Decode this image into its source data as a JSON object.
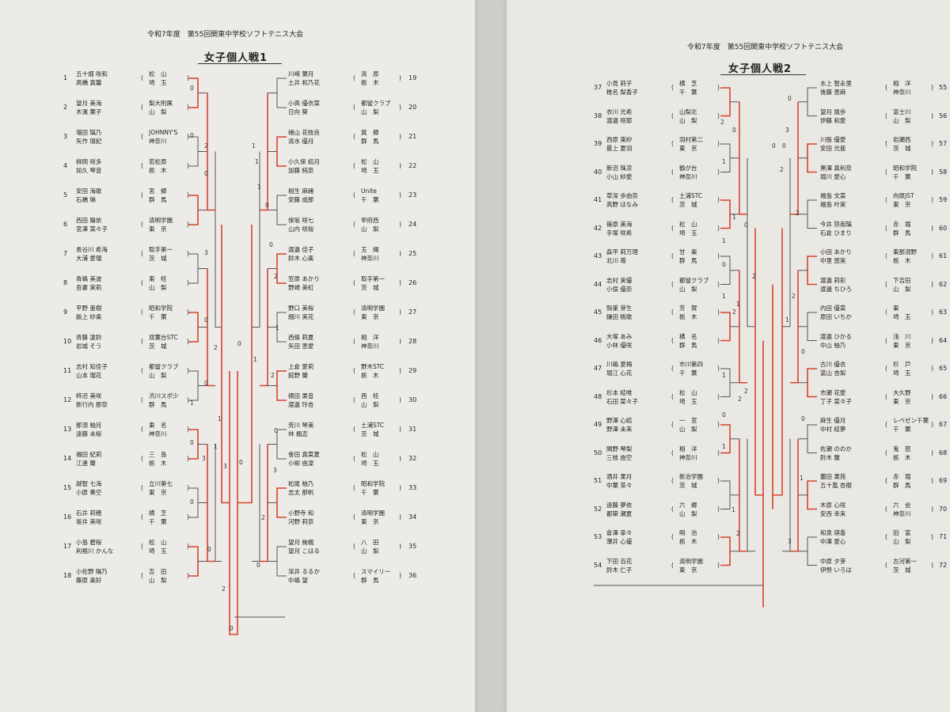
{
  "header": "令和7年度　第55回関東中学校ソフトテニス大会",
  "left": {
    "title": "女子個人戦1",
    "entries": [
      {
        "no": "1",
        "p1": "五十畑 咲和",
        "p2": "高橋 真馨",
        "a1": "松　山",
        "a2": "埼　玉"
      },
      {
        "no": "2",
        "p1": "望月 美海",
        "p2": "木濱 葉子",
        "a1": "梨大附属",
        "a2": "山　梨"
      },
      {
        "no": "3",
        "p1": "増田 璃乃",
        "p2": "矢作 環紀",
        "a1": "JOHNNY'S",
        "a2": "神奈川"
      },
      {
        "no": "4",
        "p1": "柳岡 咲多",
        "p2": "如久 琴音",
        "a1": "若松原",
        "a2": "栃　木"
      },
      {
        "no": "5",
        "p1": "安田 海歌",
        "p2": "石橋 琳",
        "a1": "宮　郷",
        "a2": "群　馬"
      },
      {
        "no": "6",
        "p1": "西田 陽依",
        "p2": "宮澤 菜々子",
        "a1": "清明学園",
        "a2": "東　京"
      },
      {
        "no": "7",
        "p1": "長谷川 希海",
        "p2": "大浦 愛瑠",
        "a1": "取手第一",
        "a2": "茨　城"
      },
      {
        "no": "8",
        "p1": "青嶋 美波",
        "p2": "吾妻 実莉",
        "a1": "東　桂",
        "a2": "山　梨"
      },
      {
        "no": "9",
        "p1": "平野 亜樹",
        "p2": "飯上 紗楽",
        "a1": "昭和学院",
        "a2": "千　葉"
      },
      {
        "no": "10",
        "p1": "斉藤 凜鈴",
        "p2": "岩城 そう",
        "a1": "双葉台STC",
        "a2": "茨　城"
      },
      {
        "no": "11",
        "p1": "志村 知佳子",
        "p2": "山本 瑠花",
        "a1": "都留クラブ",
        "a2": "山　梨"
      },
      {
        "no": "12",
        "p1": "柿沼 美咲",
        "p2": "新行内 那奈",
        "a1": "渋川スポ少",
        "a2": "群　馬"
      },
      {
        "no": "13",
        "p1": "那須 柚月",
        "p2": "遠藤 未桜",
        "a1": "東　名",
        "a2": "神奈川"
      },
      {
        "no": "14",
        "p1": "福田 紀莉",
        "p2": "江連 蘭",
        "a1": "三　島",
        "a2": "栃　木"
      },
      {
        "no": "15",
        "p1": "越智 七海",
        "p2": "小原 奏空",
        "a1": "立川第七",
        "a2": "東　京"
      },
      {
        "no": "16",
        "p1": "石井 莉穂",
        "p2": "坂井 美咲",
        "a1": "横　芝",
        "a2": "千　葉"
      },
      {
        "no": "17",
        "p1": "小島 碧桜",
        "p2": "利根川 かんな",
        "a1": "松　山",
        "a2": "埼　玉"
      },
      {
        "no": "18",
        "p1": "小佐野 陽乃",
        "p2": "藤原 楽好",
        "a1": "吉　田",
        "a2": "山　梨"
      },
      {
        "no": "19",
        "p1": "川﨑 葉月",
        "p2": "土井 和乃花",
        "a1": "清　原",
        "a2": "栃　木"
      },
      {
        "no": "20",
        "p1": "小高 優衣菜",
        "p2": "日向 葵",
        "a1": "都留クラブ",
        "a2": "山　梨"
      },
      {
        "no": "21",
        "p1": "檜山 花枝良",
        "p2": "清水 優月",
        "a1": "箕　郷",
        "a2": "群　馬"
      },
      {
        "no": "22",
        "p1": "小久保 結月",
        "p2": "加藤 純奈",
        "a1": "松　山",
        "a2": "埼　玉"
      },
      {
        "no": "23",
        "p1": "相生 麻緒",
        "p2": "安藤 成那",
        "a1": "Unite",
        "a2": "千　葉"
      },
      {
        "no": "24",
        "p1": "保坂 咲七",
        "p2": "山内 咲桜",
        "a1": "甲府西",
        "a2": "山　梨"
      },
      {
        "no": "25",
        "p1": "渡邊 佳子",
        "p2": "鈴木 心楽",
        "a1": "玉　縄",
        "a2": "神奈川"
      },
      {
        "no": "26",
        "p1": "笠原 あかり",
        "p2": "野崎 美虹",
        "a1": "取手第一",
        "a2": "茨　城"
      },
      {
        "no": "27",
        "p1": "野口 美桜",
        "p2": "細川 実花",
        "a1": "清明学園",
        "a2": "東　京"
      },
      {
        "no": "28",
        "p1": "西條 莉夏",
        "p2": "矢田 恵愛",
        "a1": "相　洋",
        "a2": "神奈川"
      },
      {
        "no": "29",
        "p1": "上倉 愛莉",
        "p2": "館野 蘭",
        "a1": "野木STC",
        "a2": "栃　木"
      },
      {
        "no": "30",
        "p1": "横田 果音",
        "p2": "渡邊 玲杏",
        "a1": "西　桂",
        "a2": "山　梨"
      },
      {
        "no": "31",
        "p1": "荒川 琴美",
        "p2": "林 楓恋",
        "a1": "土浦STC",
        "a2": "茨　城"
      },
      {
        "no": "32",
        "p1": "會田 真菜夏",
        "p2": "小柳 由凜",
        "a1": "松　山",
        "a2": "埼　玉"
      },
      {
        "no": "33",
        "p1": "松尾 柚乃",
        "p2": "志太 那帆",
        "a1": "昭和学院",
        "a2": "千　葉"
      },
      {
        "no": "34",
        "p1": "小野寺 和",
        "p2": "河野 莉奈",
        "a1": "清明学園",
        "a2": "東　京"
      },
      {
        "no": "35",
        "p1": "望月 絢楓",
        "p2": "望月 こはる",
        "a1": "八　田",
        "a2": "山　梨"
      },
      {
        "no": "36",
        "p1": "深井 るるか",
        "p2": "中嶋 望",
        "a1": "スマイリー",
        "a2": "群　馬"
      }
    ],
    "scores": [
      "0",
      "0",
      "2",
      "0",
      "3",
      "0",
      "0",
      "1",
      "0",
      "0",
      "2",
      "1",
      "3",
      "0",
      "2",
      "1",
      "3",
      "0",
      "1",
      "1",
      "1",
      "0",
      "2",
      "2",
      "0",
      "3",
      "0",
      "0",
      "2",
      "0",
      "1",
      "1",
      "0"
    ]
  },
  "right": {
    "title": "女子個人戦2",
    "entries": [
      {
        "no": "37",
        "p1": "小見 莉子",
        "p2": "椎名 梨香子",
        "a1": "横　芝",
        "a2": "千　葉"
      },
      {
        "no": "38",
        "p1": "衣川 光希",
        "p2": "渡邊 咲耶",
        "a1": "山梨北",
        "a2": "山　梨"
      },
      {
        "no": "39",
        "p1": "西原 東紗",
        "p2": "最上 夏羽",
        "a1": "羽村第二",
        "a2": "東　京"
      },
      {
        "no": "40",
        "p1": "新沼 珠凉",
        "p2": "小山 紗愛",
        "a1": "鶴が台",
        "a2": "神奈川"
      },
      {
        "no": "41",
        "p1": "草深 歩由奈",
        "p2": "高野 ほなみ",
        "a1": "土浦STC",
        "a2": "茨　城"
      },
      {
        "no": "42",
        "p1": "篠原 美海",
        "p2": "手塚 咲希",
        "a1": "松　山",
        "a2": "埼　玉"
      },
      {
        "no": "43",
        "p1": "森平 莉万理",
        "p2": "北川 苺",
        "a1": "甘　楽",
        "a2": "群　馬"
      },
      {
        "no": "44",
        "p1": "志村 実優",
        "p2": "小俣 優奈",
        "a1": "都留クラブ",
        "a2": "山　梨"
      },
      {
        "no": "45",
        "p1": "殻巣 芽生",
        "p2": "鎌田 桃歌",
        "a1": "芳　賀",
        "a2": "栃　木"
      },
      {
        "no": "46",
        "p1": "大塚 あみ",
        "p2": "小林 優咲",
        "a1": "横　名",
        "a2": "群　馬"
      },
      {
        "no": "47",
        "p1": "川嶋 愛梅",
        "p2": "堀江 心花",
        "a1": "市川第四",
        "a2": "千　葉"
      },
      {
        "no": "48",
        "p1": "杉本 結唯",
        "p2": "石田 菜々子",
        "a1": "松　山",
        "a2": "埼　玉"
      },
      {
        "no": "49",
        "p1": "野澤 心結",
        "p2": "野澤 未来",
        "a1": "一　宮",
        "a2": "山　梨"
      },
      {
        "no": "50",
        "p1": "関野 琴梨",
        "p2": "三枝 由空",
        "a1": "相　洋",
        "a2": "神奈川"
      },
      {
        "no": "51",
        "p1": "酒井 果月",
        "p2": "中葉 茶々",
        "a1": "新治学園",
        "a2": "茨　城"
      },
      {
        "no": "52",
        "p1": "遠藤 夢依",
        "p2": "都築 瀬夏",
        "a1": "六　郷",
        "a2": "山　梨"
      },
      {
        "no": "53",
        "p1": "倉澤 寧々",
        "p2": "薄井 心優",
        "a1": "明　治",
        "a2": "栃　木"
      },
      {
        "no": "54",
        "p1": "下田 百花",
        "p2": "鈴木 仁子",
        "a1": "清明学園",
        "a2": "東　京"
      },
      {
        "no": "55",
        "p1": "水上 智永里",
        "p2": "後藤 恵麻",
        "a1": "相　洋",
        "a2": "神奈川"
      },
      {
        "no": "56",
        "p1": "望月 風歩",
        "p2": "伊藤 和愛",
        "a1": "富士川",
        "a2": "山　梨"
      },
      {
        "no": "57",
        "p1": "川股 優愛",
        "p2": "安田 光亜",
        "a1": "岩瀬西",
        "a2": "茨　城"
      },
      {
        "no": "58",
        "p1": "黒澤 真利奈",
        "p2": "堀川 愛心",
        "a1": "昭和学院",
        "a2": "千　葉"
      },
      {
        "no": "59",
        "p1": "福島 文菜",
        "p2": "福島 叶実",
        "a1": "向原JST",
        "a2": "東　京"
      },
      {
        "no": "60",
        "p1": "今井 弥南璃",
        "p2": "石倉 ひまり",
        "a1": "赤　堀",
        "a2": "群　馬"
      },
      {
        "no": "61",
        "p1": "小田 あかり",
        "p2": "中里 悠実",
        "a1": "東那須野",
        "a2": "栃　木"
      },
      {
        "no": "62",
        "p1": "渡邊 莉彩",
        "p2": "渡邊 ちひろ",
        "a1": "下吉田",
        "a2": "山　梨"
      },
      {
        "no": "63",
        "p1": "内田 優菜",
        "p2": "原田 いちか",
        "a1": "東",
        "a2": "埼　玉"
      },
      {
        "no": "64",
        "p1": "渡邊 ひかる",
        "p2": "中山 柚乃",
        "a1": "浅　川",
        "a2": "東　京"
      },
      {
        "no": "65",
        "p1": "古川 優衣",
        "p2": "富山 杏梨",
        "a1": "杉　戸",
        "a2": "埼　玉"
      },
      {
        "no": "66",
        "p1": "市瀬 花愛",
        "p2": "丁子 菜々子",
        "a1": "大久野",
        "a2": "東　京"
      },
      {
        "no": "67",
        "p1": "麻生 優月",
        "p2": "中村 結夢",
        "a1": "レベゼン千葉",
        "a2": "千　葉"
      },
      {
        "no": "68",
        "p1": "佐瀬 ののか",
        "p2": "鈴木 蘭",
        "a1": "鬼　怒",
        "a2": "栃　木"
      },
      {
        "no": "69",
        "p1": "薗田 果苑",
        "p2": "五十嵐 杏樹",
        "a1": "赤　堀",
        "a2": "群　馬"
      },
      {
        "no": "70",
        "p1": "木原 心咲",
        "p2": "安西 幸来",
        "a1": "六　会",
        "a2": "神奈川"
      },
      {
        "no": "71",
        "p1": "和泉 瑛香",
        "p2": "中澤 愛心",
        "a1": "田　富",
        "a2": "山　梨"
      },
      {
        "no": "72",
        "p1": "中原 夕芽",
        "p2": "伊勢 いろは",
        "a1": "古河第一",
        "a2": "茨　城"
      }
    ],
    "scores": [
      "2",
      "1",
      "0",
      "1",
      "1",
      "0",
      "1",
      "2",
      "1",
      "2",
      "0",
      "1",
      "0",
      "1",
      "2",
      "2",
      "1",
      "2",
      "0",
      "3",
      "0",
      "2",
      "2",
      "0",
      "0",
      "1",
      "3",
      "0",
      "2",
      "1"
    ]
  }
}
